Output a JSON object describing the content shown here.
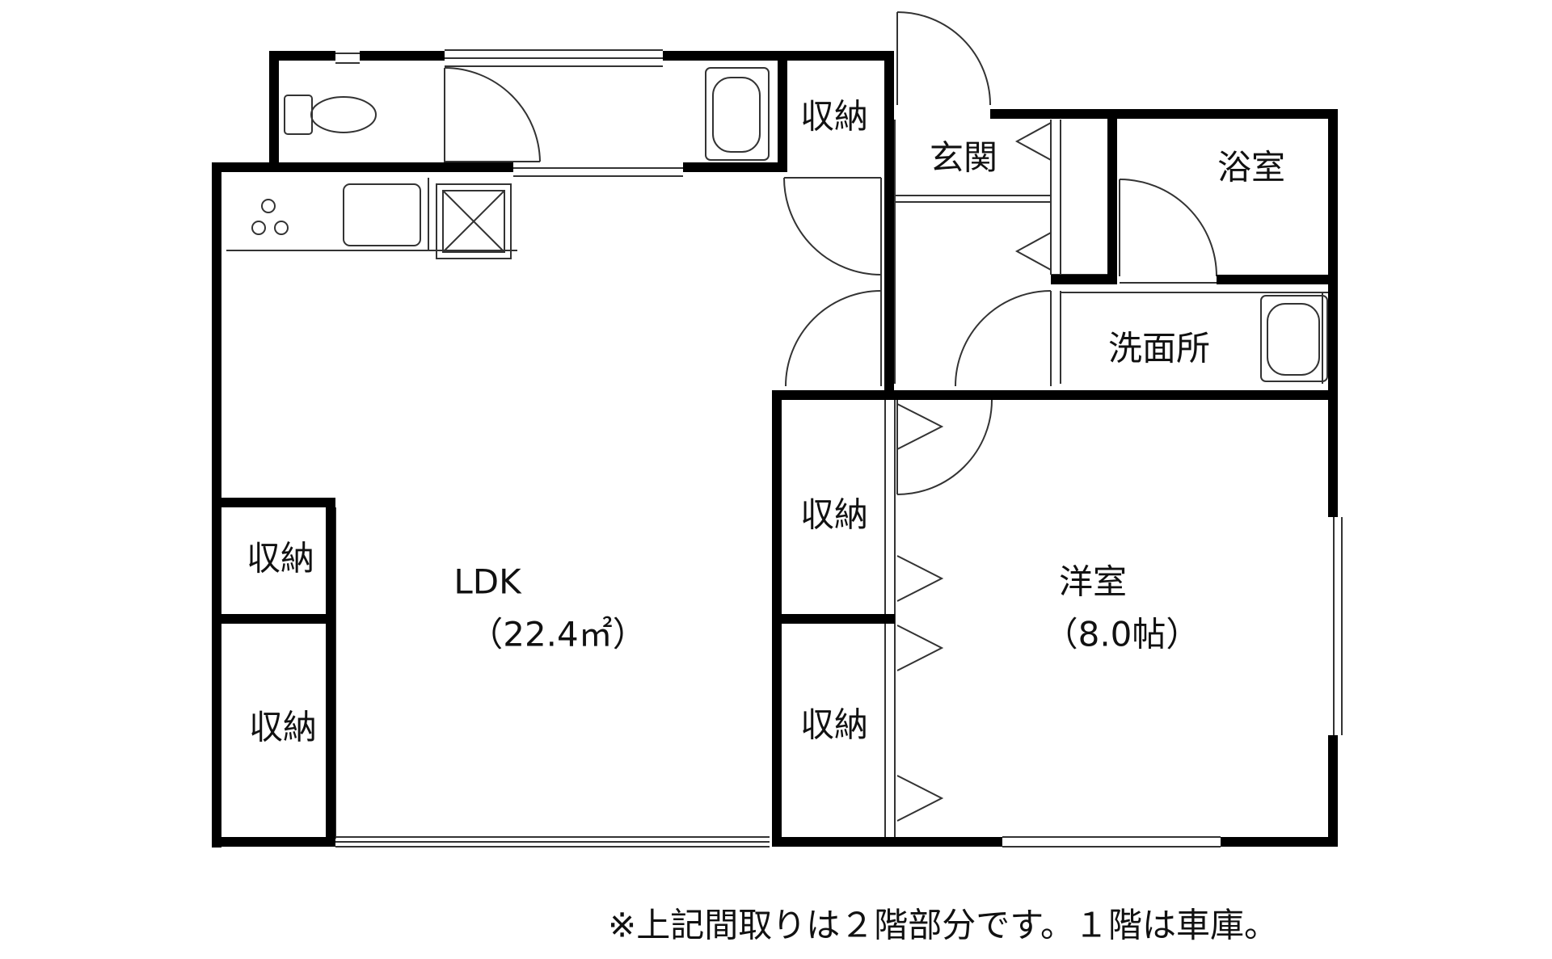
{
  "rooms": {
    "ldk": {
      "name": "LDK",
      "area": "（22.4㎡）"
    },
    "western": {
      "name": "洋室",
      "area": "（8.0帖）"
    },
    "entrance": "玄関",
    "bathroom": "浴室",
    "washroom": "洗面所",
    "storage_top": "収納",
    "storage_ldk_1": "収納",
    "storage_ldk_2": "収納",
    "storage_western_1": "収納",
    "storage_western_2": "収納"
  },
  "note": "※上記間取りは２階部分です。１階は車庫。"
}
